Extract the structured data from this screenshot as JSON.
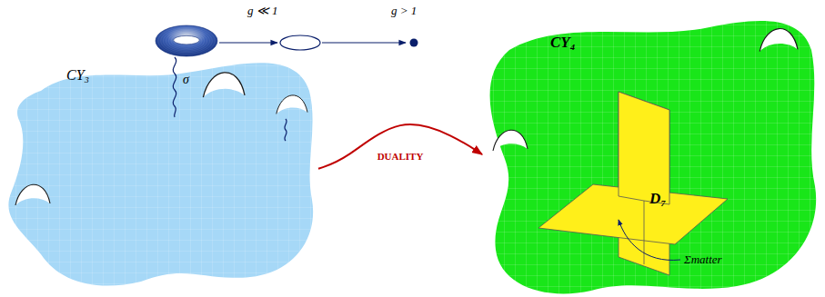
{
  "diagram": {
    "nodes": [
      {
        "text": [
          "CY₃"
        ]
      },
      {
        "text": [
          "CY₄"
        ]
      },
      {
        "text": [
          "D₇"
        ],
        "in": 1
      }
    ],
    "edges": [
      {
        "from": 0,
        "to": 1,
        "arrow": "to",
        "label": "DUALITY"
      }
    ],
    "labels": [
      "g ≪ 1",
      "g > 1",
      "σ",
      "Σmatter"
    ]
  }
}
